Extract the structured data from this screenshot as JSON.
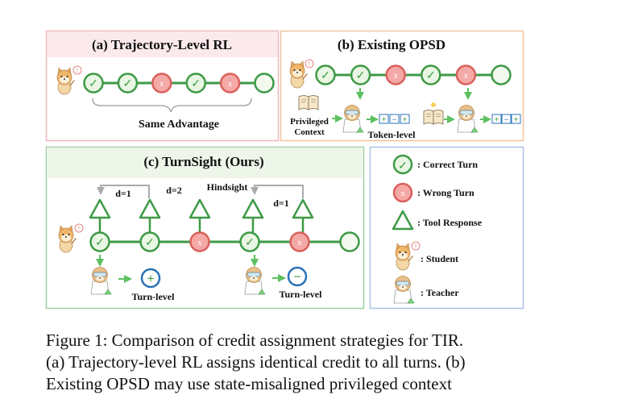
{
  "panels": {
    "a": {
      "title": "(a) Trajectory-Level RL",
      "bracket_label": "Same Advantage",
      "turns": [
        "correct",
        "correct",
        "wrong",
        "correct",
        "wrong",
        "empty"
      ]
    },
    "b": {
      "title": "(b) Existing OPSD",
      "privileged_label_line1": "Privileged",
      "privileged_label_line2": "Context",
      "token_label": "Token-level",
      "turns": [
        "correct",
        "correct",
        "wrong",
        "correct",
        "wrong",
        "empty"
      ]
    },
    "c": {
      "title": "(c) TurnSight (Ours)",
      "hindsight_label": "Hindsight",
      "d1_left": "d=1",
      "d2": "d=2",
      "d1_right": "d=1",
      "turn_level_left": "Turn-level",
      "turn_level_right": "Turn-level",
      "turns": [
        "correct",
        "correct",
        "wrong",
        "correct",
        "wrong",
        "empty"
      ]
    },
    "legend": {
      "correct": ": Correct Turn",
      "wrong": ": Wrong Turn",
      "tool": ": Tool Response",
      "student": ": Student",
      "teacher": ": Teacher"
    }
  },
  "glyphs": {
    "check": "✓",
    "cross": "x",
    "plus": "+",
    "minus": "−",
    "info": "!"
  },
  "colors": {
    "pink_border": "#efb6bd",
    "pink_header": "#fbe9ec",
    "orange_border": "#f2c39e",
    "green_border": "#9fcf9f",
    "green_header": "#eef6ea",
    "blue_border": "#a9c4e6",
    "turn_green": "#3d9a45",
    "turn_green_fill": "#e9f6e4",
    "turn_red": "#d9605c",
    "turn_red_fill": "#f5a9a6",
    "arrow_green": "#5cc05e",
    "grey": "#aaaaaa",
    "plus_blue": "#2a73b8"
  },
  "caption": {
    "line1": "Figure 1: Comparison of credit assignment strategies for TIR.",
    "line2": "(a) Trajectory-level RL assigns identical credit to all turns. (b)",
    "line3": "Existing OPSD may use state-misaligned privileged context"
  }
}
